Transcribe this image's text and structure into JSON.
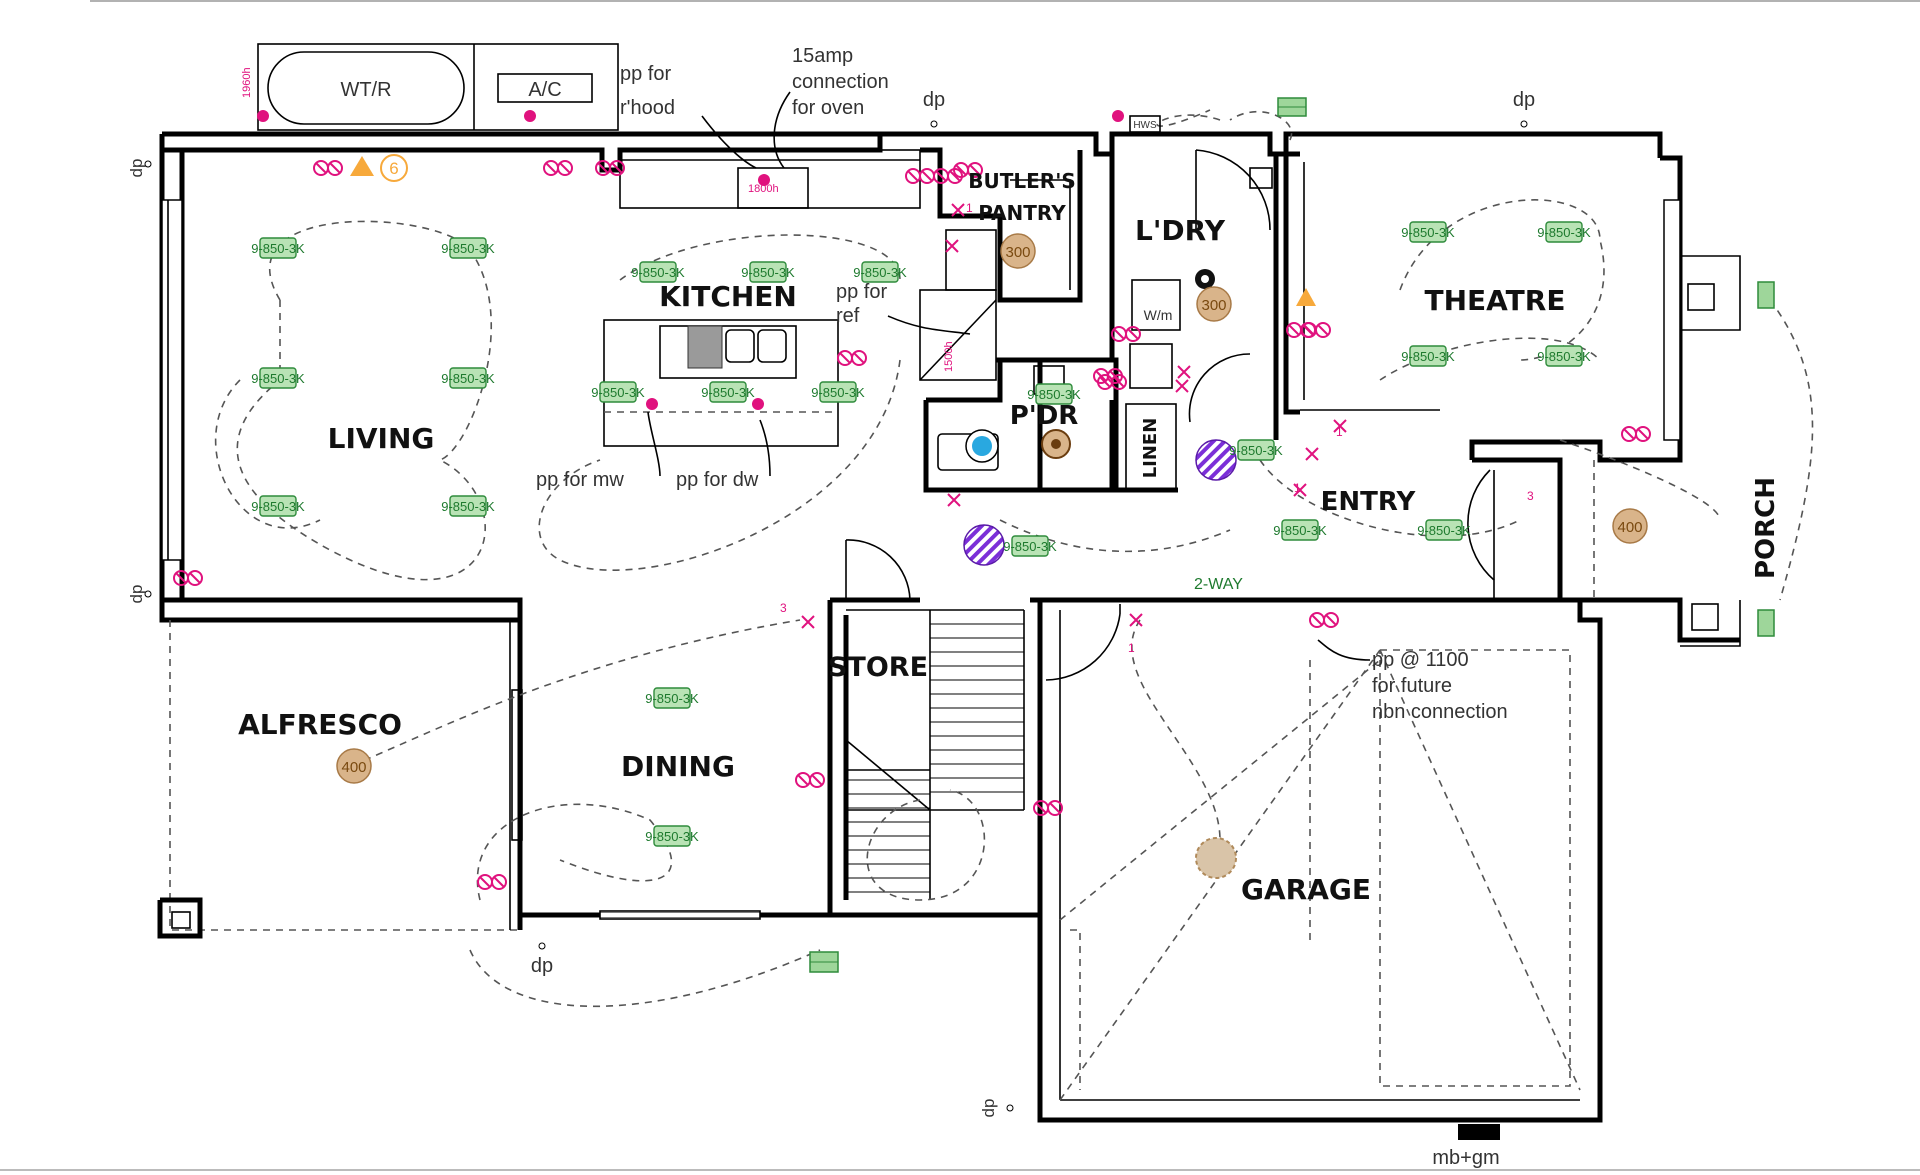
{
  "rooms": {
    "living": "LIVING",
    "kitchen": "KITCHEN",
    "butlers_1": "BUTLER'S",
    "butlers_2": "PANTRY",
    "laundry": "L'DRY",
    "theatre": "THEATRE",
    "powder": "P'DR",
    "linen": "LINEN",
    "entry": "ENTRY",
    "porch": "PORCH",
    "alfresco": "ALFRESCO",
    "dining": "DINING",
    "store": "STORE",
    "garage": "GARAGE"
  },
  "fixtures": {
    "wtr": "WT/R",
    "ac": "A/C",
    "hws": "HWS",
    "wm": "W/m",
    "warning_num": "6"
  },
  "notes": {
    "pp_rhood_1": "pp for",
    "pp_rhood_2": "r'hood",
    "oven_1": "15amp",
    "oven_2": "connection",
    "oven_3": "for oven",
    "pp_ref_1": "pp for",
    "pp_ref_2": "ref",
    "pp_mw": "pp for mw",
    "pp_dw": "pp for dw",
    "nbn_1": "pp @ 1100",
    "nbn_2": "for future",
    "nbn_3": "nbn connection",
    "two_way": "2-WAY",
    "mb_gm": "mb+gm",
    "height_1960": "1960h",
    "height_1800": "1800h",
    "height_1500": "1500h"
  },
  "downpipes": [
    "dp",
    "dp",
    "dp",
    "dp",
    "dp",
    "dp"
  ],
  "fans": [
    "300",
    "300",
    "400",
    "400"
  ],
  "light_code": "9-850-3K",
  "switch_nums": [
    "1",
    "1",
    "1",
    "3",
    "3",
    "1"
  ],
  "colors": {
    "wall": "#000000",
    "electrical": "#e0127e",
    "light": "#2e8b3b",
    "fan": "#d9b48a",
    "heater": "#7b2fd8",
    "warning": "#f7a93b"
  }
}
